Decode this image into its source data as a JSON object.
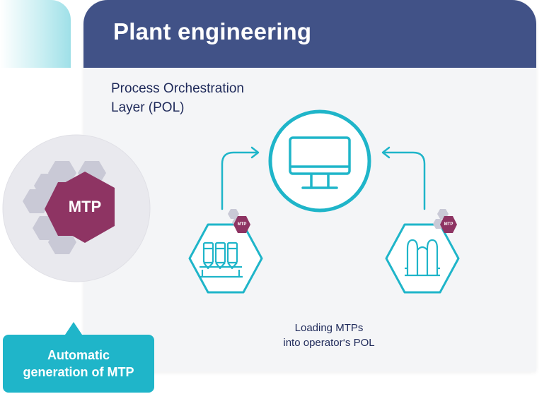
{
  "header": {
    "title": "Plant engineering"
  },
  "pol": {
    "line1": "Process Orchestration",
    "line2": "Layer (POL)"
  },
  "badge": {
    "label": "MTP"
  },
  "callout": {
    "line1": "Automatic",
    "line2": "generation of MTP"
  },
  "loading": {
    "line1": "Loading MTPs",
    "line2": "into operator‘s POL"
  },
  "icons": [
    "monitor-icon",
    "silo-module-icon",
    "column-module-icon",
    "mtp-hexagon-icon"
  ],
  "colors": {
    "header": "#415287",
    "accent": "#1fb5c9",
    "mtp": "#8e3463",
    "hex_gray": "#c9c9d6",
    "text": "#1f2a5a"
  }
}
